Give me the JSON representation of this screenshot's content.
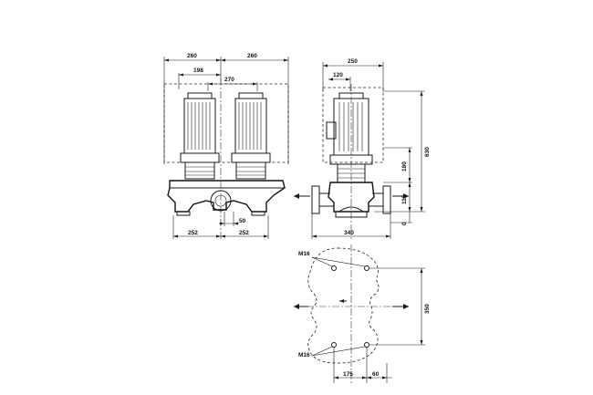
{
  "dimensions": {
    "front": {
      "top_left_width": "260",
      "top_right_width": "260",
      "inner_offset": "198",
      "motor_spacing": "270",
      "bottom_left": "252",
      "bottom_right": "252",
      "center_gap": "50"
    },
    "side": {
      "top_width": "250",
      "top_offset": "120",
      "total_height": "630",
      "height_upper": "180",
      "height_lower": "115",
      "height_base": "0",
      "flange_span": "340"
    },
    "plan": {
      "bolt_label_top": "M16",
      "bolt_label_bottom": "M16",
      "vertical": "350",
      "offset_a": "175",
      "offset_b": "60"
    }
  }
}
